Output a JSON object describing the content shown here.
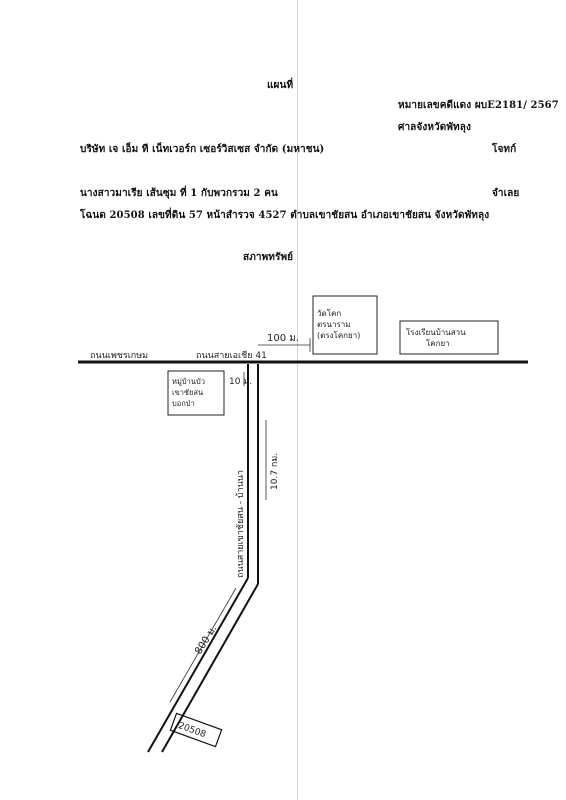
{
  "document": {
    "title": "แผนที่",
    "case_number": "หมายเลขคดีแดง ผบE2181/ 2567",
    "court": "ศาลจังหวัดพัทลุง",
    "plaintiff": "บริษัท เจ เอ็ม ที เน็ทเวอร์ก เซอร์วิสเซส จำกัด (มหาชน)",
    "plaintiff_role": "โจทก์",
    "defendant": "นางสาวมาเรีย  เส้นซุม ที่ 1 กับพวกรวม 2 คน",
    "defendant_role": "จำเลย",
    "deed": "โฉนด  20508   เลขที่ดิน 57 หน้าสำรวจ 4527   ตำบลเขาชัยสน   อำเภอเขาชัยสน  จังหวัดพัทลุง",
    "section_title": "สภาพทรัพย์"
  },
  "map": {
    "main_road_left_label": "ถนนเพชรเกษม",
    "main_road_right_label": "ถนนสายเอเชีย 41",
    "side_road_label": "ถนนสายเขาชัยสน - บ้านนา",
    "side_road_distance": "10.7 กม.",
    "distance_100m": "100 ม.",
    "distance_10m": "10 ม.",
    "distance_800m": "800 ม.",
    "property_box": "20508",
    "landmark_temple": "วัดโคก ตรนาราม (ตรงโคกยา)",
    "landmark_school": "โรงเรียนบ้านสวน โคกยา",
    "landmark_village": "หมู่บ้านบัว เขาชัยสน บอกป่า"
  }
}
